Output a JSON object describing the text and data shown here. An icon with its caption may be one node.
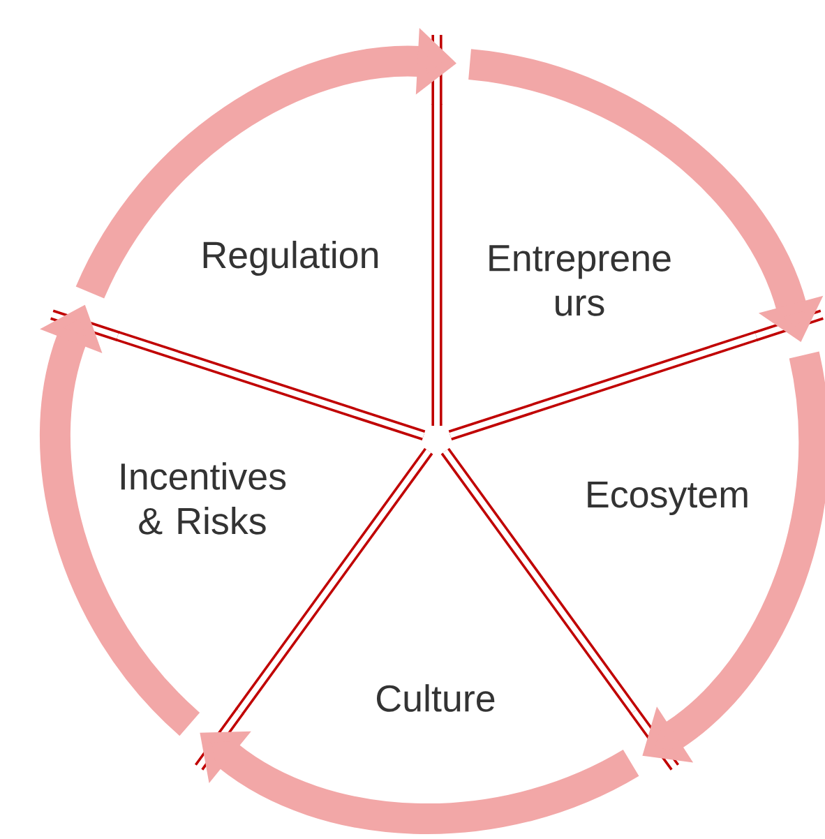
{
  "diagram": {
    "nodes": [
      {
        "text": [
          "Regulation"
        ]
      },
      {
        "text": [
          "Entreprene urs"
        ]
      },
      {
        "text": [
          "Incentives & Risks"
        ]
      },
      {
        "text": [
          "Ecosytem"
        ]
      },
      {
        "text": [
          "Culture"
        ]
      }
    ],
    "edges": [
      {
        "from": 0,
        "to": 1,
        "arrow": "to"
      },
      {
        "from": 1,
        "to": 3,
        "arrow": "to"
      },
      {
        "from": 3,
        "to": 4,
        "arrow": "to"
      },
      {
        "from": 4,
        "to": 2,
        "arrow": "to"
      },
      {
        "from": 2,
        "to": 0,
        "arrow": "to"
      }
    ]
  }
}
